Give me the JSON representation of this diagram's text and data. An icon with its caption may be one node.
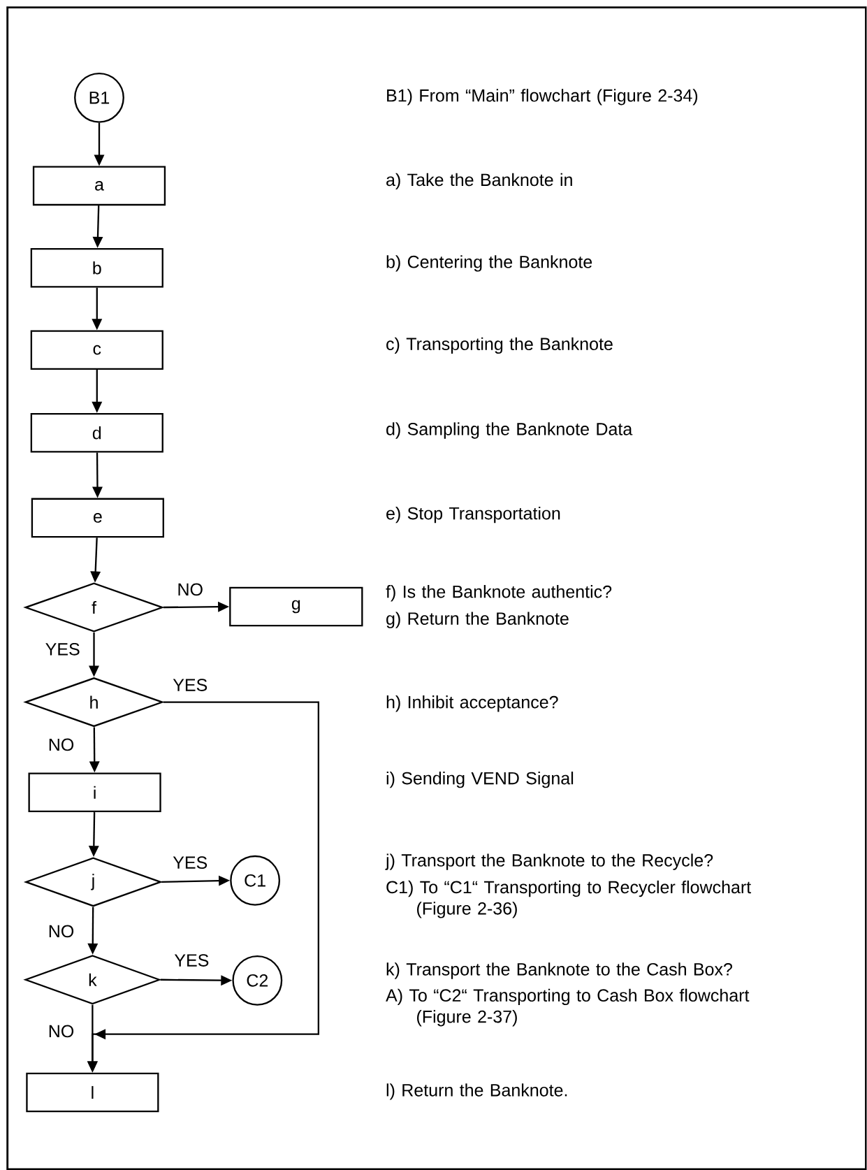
{
  "diagram": {
    "nodes": [
      {
        "text": [
          "B1"
        ]
      },
      {
        "text": [
          "a"
        ]
      },
      {
        "text": [
          "b"
        ]
      },
      {
        "text": [
          "c"
        ]
      },
      {
        "text": [
          "d"
        ]
      },
      {
        "text": [
          "e"
        ]
      },
      {
        "text": [
          "f"
        ]
      },
      {
        "text": [
          "g"
        ]
      },
      {
        "text": [
          "h"
        ]
      },
      {
        "text": [
          "i"
        ]
      },
      {
        "text": [
          "j"
        ]
      },
      {
        "text": [
          "C1"
        ]
      },
      {
        "text": [
          "k"
        ]
      },
      {
        "text": [
          "C2"
        ]
      },
      {
        "text": [
          "l"
        ]
      }
    ],
    "edges": [
      {
        "from": 0,
        "to": 1,
        "arrow": "to"
      },
      {
        "from": 1,
        "to": 2,
        "arrow": "to"
      },
      {
        "from": 2,
        "to": 3,
        "arrow": "to"
      },
      {
        "from": 3,
        "to": 4,
        "arrow": "to"
      },
      {
        "from": 4,
        "to": 5,
        "arrow": "to"
      },
      {
        "from": 5,
        "to": 6,
        "arrow": "to"
      },
      {
        "from": 6,
        "to": 7,
        "arrow": "to",
        "label": "NO"
      },
      {
        "from": 6,
        "to": 8,
        "arrow": "to",
        "label": "YES"
      },
      {
        "from": 8,
        "to": 9,
        "arrow": "to",
        "label": "NO"
      },
      {
        "from": 8,
        "to": 14,
        "arrow": "to",
        "label": "YES"
      },
      {
        "from": 9,
        "to": 10,
        "arrow": "to"
      },
      {
        "from": 10,
        "to": 11,
        "arrow": "to",
        "label": "YES"
      },
      {
        "from": 10,
        "to": 12,
        "arrow": "to",
        "label": "NO"
      },
      {
        "from": 12,
        "to": 13,
        "arrow": "to",
        "label": "YES"
      },
      {
        "from": 12,
        "to": 14,
        "arrow": "to",
        "label": "NO"
      }
    ],
    "labels": [
      "B1) From “Main” flowchart (Figure 2-34)",
      "a) Take the Banknote in",
      "b) Centering the Banknote",
      "c) Transporting the Banknote",
      "d) Sampling the Banknote Data",
      "e) Stop Transportation",
      "f) Is the Banknote authentic?",
      "g) Return the Banknote",
      "h) Inhibit acceptance?",
      "i) Sending VEND Signal",
      "j) Transport the Banknote to the Recycle?",
      "C1) To “C1“ Transporting to Recycler flowchart (Figure 2-36)",
      "k) Transport the Banknote to the Cash Box?",
      "A) To “C2“ Transporting to Cash Box flowchart (Figure 2-37)",
      "l) Return the Banknote."
    ]
  }
}
